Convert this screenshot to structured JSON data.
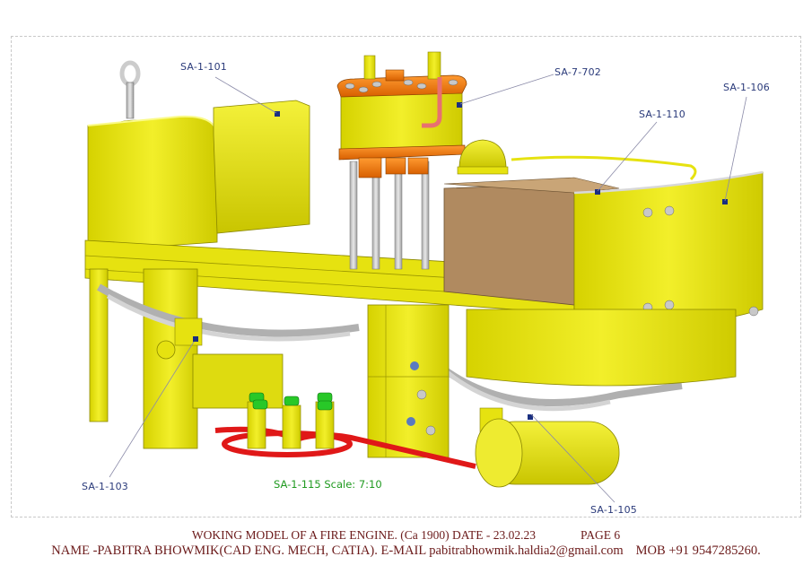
{
  "callouts": {
    "sa_1_101": "SA-1-101",
    "sa_7_702": "SA-7-702",
    "sa_1_106": "SA-1-106",
    "sa_1_110": "SA-1-110",
    "sa_1_103": "SA-1-103",
    "sa_1_105": "SA-1-105"
  },
  "scale_note": "SA-1-115 Scale:  7:10",
  "footer": {
    "title": "WOKING MODEL OF A FIRE ENGINE. (Ca 1900)  DATE - 23.02.23",
    "page": "PAGE 6",
    "author": "NAME -PABITRA BHOWMIK(CAD ENG. MECH, CATIA). E-MAIL pabitrabhowmik.haldia2@gmail.com",
    "mobile": "MOB  +91 9547285260."
  },
  "colors": {
    "body_yellow": "#e8e400",
    "cylinder_orange": "#f07a10",
    "pipe_red": "#e01818",
    "cap_green": "#28c828",
    "wood_brown": "#b08a60",
    "label_blue": "#2a3a7a",
    "scale_green": "#1f9a1f",
    "footer_text": "#6b1a1a"
  }
}
